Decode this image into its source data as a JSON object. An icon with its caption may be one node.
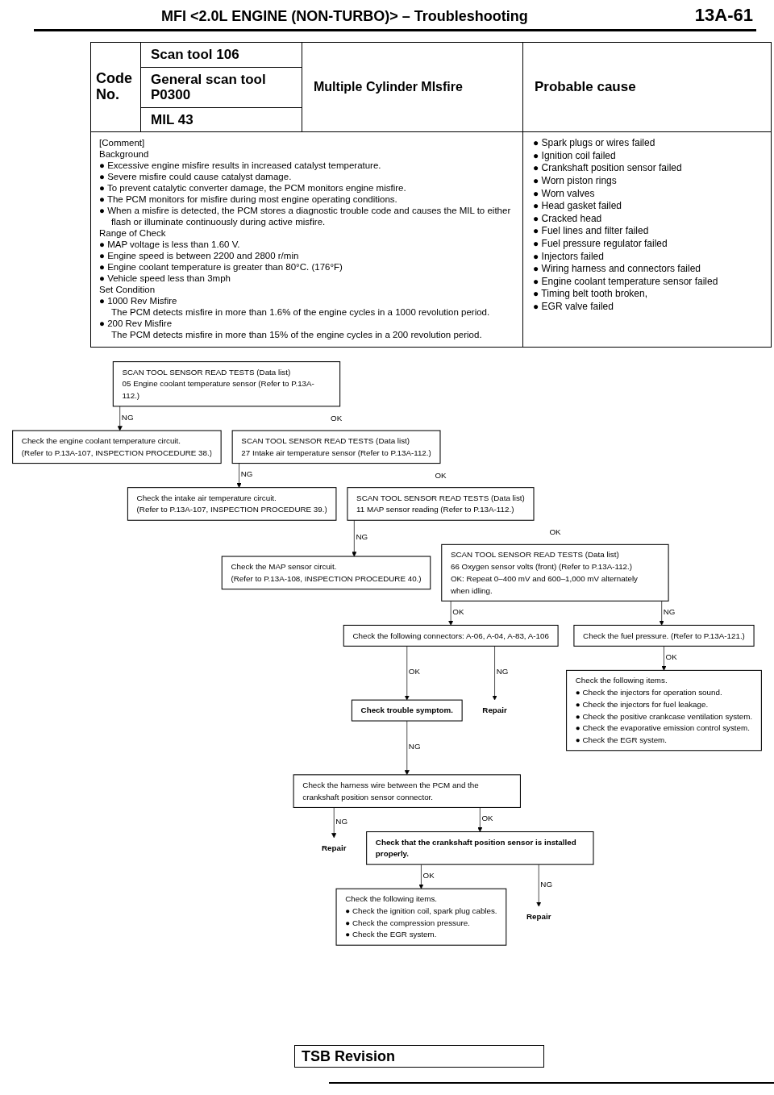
{
  "diagram": {
    "title": "MFI <2.0L ENGINE (NON-TURBO)> – Troubleshooting",
    "nodes": [
      {
        "text": [
          "SCAN TOOL SENSOR READ TESTS (Data list)",
          "05 Engine coolant temperature sensor (Refer to P.13A-112.)"
        ]
      },
      {
        "text": [
          "Check the engine coolant temperature circuit.",
          "(Refer to P.13A-107, INSPECTION PROCEDURE 38.)"
        ]
      },
      {
        "text": [
          "SCAN TOOL SENSOR READ TESTS (Data list)",
          "27 Intake air temperature sensor (Refer to P.13A-112.)"
        ]
      },
      {
        "text": [
          "Check the intake air temperature circuit.",
          "(Refer to P.13A-107, INSPECTION PROCEDURE 39.)"
        ]
      },
      {
        "text": [
          "SCAN TOOL SENSOR READ TESTS (Data list)",
          "11 MAP sensor reading (Refer to P.13A-112.)"
        ]
      },
      {
        "text": [
          "Check the MAP sensor circuit.",
          "(Refer to P.13A-108, INSPECTION PROCEDURE 40.)"
        ]
      },
      {
        "text": [
          "SCAN TOOL SENSOR READ TESTS (Data list)",
          "66 Oxygen sensor volts (front) (Refer to P.13A-112.)",
          "OK: Repeat 0–400 mV and 600–1,000 mV alternately when idling."
        ]
      },
      {
        "text": [
          "Check the following connectors: A-06, A-04, A-83, A-106"
        ]
      },
      {
        "text": [
          "Check trouble symptom."
        ]
      },
      {
        "text": [
          "Repair"
        ]
      },
      {
        "text": [
          "Check the fuel pressure. (Refer to P.13A-121.)"
        ]
      },
      {
        "text": [
          "Check the harness wire between the PCM and the crankshaft position sensor connector."
        ]
      },
      {
        "text": [
          "Check the following items.",
          "● Check the injectors for operation sound.",
          "● Check the injectors for fuel leakage.",
          "● Check the positive crankcase ventilation system.",
          "● Check the evaporative emission control system.",
          "● Check the EGR system."
        ]
      },
      {
        "text": [
          "Repair"
        ]
      },
      {
        "text": [
          "Check that the crankshaft position sensor is installed properly."
        ]
      },
      {
        "text": [
          "Repair"
        ]
      },
      {
        "text": [
          "Check the following items.",
          "● Check the ignition coil, spark plug cables.",
          "● Check the compression pressure.",
          "● Check the EGR system."
        ]
      }
    ],
    "edges": [
      {
        "from": 0,
        "to": 1,
        "arrow": "to",
        "label": "NG"
      },
      {
        "from": 2,
        "to": 3,
        "arrow": "to",
        "label": "NG"
      },
      {
        "from": 4,
        "to": 5,
        "arrow": "to",
        "label": "NG"
      },
      {
        "from": 6,
        "to": 7,
        "arrow": "to",
        "label": "OK"
      },
      {
        "from": 6,
        "to": 10,
        "arrow": "to",
        "label": "NG"
      },
      {
        "from": 7,
        "to": 8,
        "arrow": "to",
        "label": "OK"
      },
      {
        "from": 7,
        "to": 9,
        "arrow": "to",
        "label": "NG"
      },
      {
        "from": 8,
        "to": 11,
        "arrow": "to",
        "label": "NG"
      },
      {
        "from": 10,
        "to": 12,
        "arrow": "to",
        "label": "OK"
      },
      {
        "from": 11,
        "to": 14,
        "arrow": "to",
        "label": "OK"
      },
      {
        "from": 11,
        "to": 13,
        "arrow": "to",
        "label": "NG"
      },
      {
        "from": 14,
        "to": 16,
        "arrow": "to",
        "label": "OK"
      },
      {
        "from": 14,
        "to": 15,
        "arrow": "to",
        "label": "NG"
      }
    ],
    "labels": [
      "13A-61",
      "Code No.",
      "Scan tool 106",
      "General scan tool P0300",
      "MIL 43",
      "Multiple Cylinder Mlsfire",
      "Probable cause",
      "[Comment]",
      "Background",
      "● Excessive engine misfire results in increased catalyst temperature.",
      "● Severe misfire could cause catalyst damage.",
      "● To prevent catalytic converter damage, the PCM monitors engine misfire.",
      "● The PCM monitors for misfire during most engine operating conditions.",
      "● When a misfire is detected, the PCM stores a diagnostic trouble code and causes the MIL to either flash or illuminate continuously during active misfire.",
      "Range of Check",
      "● MAP voltage is less than 1.60 V.",
      "● Engine speed is between 2200 and 2800 r/min",
      "● Engine coolant temperature is greater than 80°C. (176°F)",
      "● Vehicle speed less than 3mph",
      "Set Condition",
      "● 1000 Rev Misfire",
      "The PCM detects misfire in more than 1.6% of the engine cycles in a 1000 revolution period.",
      "● 200 Rev Misfire",
      "The PCM detects misfire in more than 15% of the engine cycles in a 200 revolution period.",
      "● Spark plugs or wires failed",
      "● Ignition coil failed",
      "● Crankshaft position sensor failed",
      "● Worn piston rings",
      "● Worn valves",
      "● Head gasket failed",
      "● Cracked head",
      "● Fuel lines and filter failed",
      "● Fuel pressure regulator failed",
      "● Injectors failed",
      "● Wiring harness and connectors failed",
      "● Engine coolant temperature sensor failed",
      "● Timing belt tooth broken,",
      "● EGR valve failed",
      "OK",
      "OK",
      "OK",
      "TSB Revision"
    ]
  }
}
